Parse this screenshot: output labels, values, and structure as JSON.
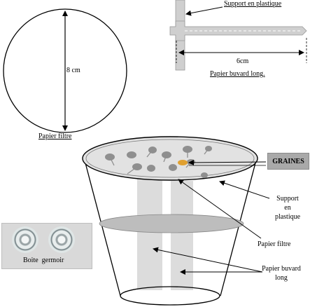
{
  "filter_paper": {
    "measure": "8 cm",
    "caption": "Papier filtre"
  },
  "blotting_strip": {
    "support_label": "Support en plastique",
    "measure": "6cm",
    "caption": "Papier buvard long."
  },
  "germinator_photo": {
    "caption": "Boite  germoir"
  },
  "cup": {
    "seeds_label": "GRAINES",
    "support_label_lines": [
      "Support",
      "en",
      "plastique"
    ],
    "filter_label": "Papier filtre",
    "blotting_label_lines": [
      "Papier buvard",
      "long"
    ]
  },
  "colors": {
    "strip": "#cfcfcf",
    "disc": "#bdbdbd",
    "seed": "#8f8f8f",
    "highlight_seed": "#e0a030",
    "graines_box": "#a9a9a9"
  }
}
